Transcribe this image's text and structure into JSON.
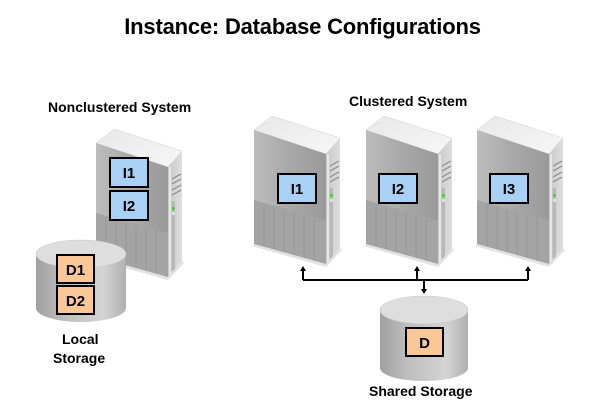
{
  "title": "Instance: Database Configurations",
  "nonclustered": {
    "label": "Nonclustered System",
    "instances": [
      "I1",
      "I2"
    ],
    "storage": {
      "label_line1": "Local",
      "label_line2": "Storage",
      "datafiles": [
        "D1",
        "D2"
      ]
    }
  },
  "clustered": {
    "label": "Clustered System",
    "instances": [
      "I1",
      "I2",
      "I3"
    ],
    "storage": {
      "label": "Shared Storage",
      "datafiles": [
        "D"
      ]
    }
  },
  "colors": {
    "instance_fill": "#a9d0f5",
    "datafile_fill": "#fac896",
    "box_border": "#000000",
    "connector": "#000000"
  },
  "icons": {
    "server": "server-tower-icon",
    "storage": "disk-cylinder-icon"
  }
}
